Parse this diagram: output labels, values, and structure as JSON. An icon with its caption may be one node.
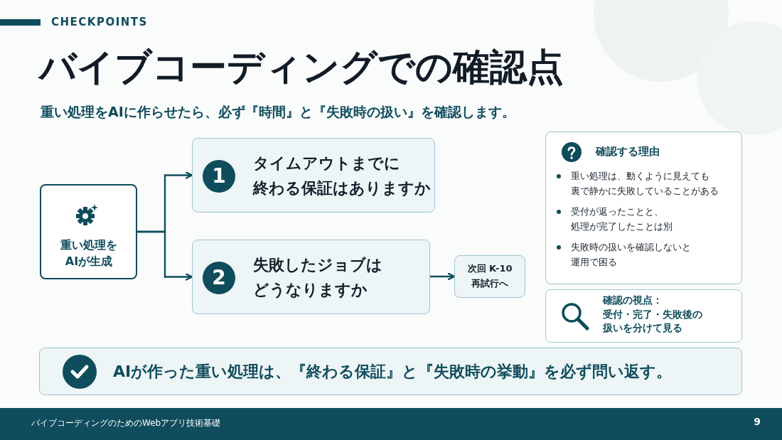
{
  "diagram": {
    "title": "バイブコーディングでの確認点",
    "nodes": [
      {
        "text": [
          "重い処理をAIが生成"
        ]
      },
      {
        "text": [
          "1",
          "タイムアウトまでに終わる保証はありますか"
        ]
      },
      {
        "text": [
          "2",
          "失敗したジョブはどうなりますか"
        ]
      },
      {
        "text": [
          "次回 K-10 再試行へ"
        ]
      },
      {
        "text": [
          "確認する理由",
          "重い処理は、動くように見えても裏で静かに失敗していることがある",
          "受付が返ったことと、処理が完了したことは別",
          "失敗時の扱いを確認しないと運用で困る"
        ]
      },
      {
        "text": [
          "確認の視点：受付・完了・失敗後の扱いを分けて見る"
        ]
      },
      {
        "text": [
          "AIが作った重い処理は、『終わる保証』と『失敗時の挙動』を必ず問い返す。"
        ]
      }
    ],
    "edges": [
      {
        "from": 0,
        "to": 1,
        "arrow": "to"
      },
      {
        "from": 0,
        "to": 2,
        "arrow": "to"
      },
      {
        "from": 2,
        "to": 3,
        "arrow": "to"
      }
    ],
    "labels": [
      "CHECKPOINTS",
      "重い処理をAIに作らせたら、必ず『時間』と『失敗時の扱い』を確認します。",
      "バイブコーディングのためのWebアプリ技術基礎",
      "9"
    ]
  }
}
